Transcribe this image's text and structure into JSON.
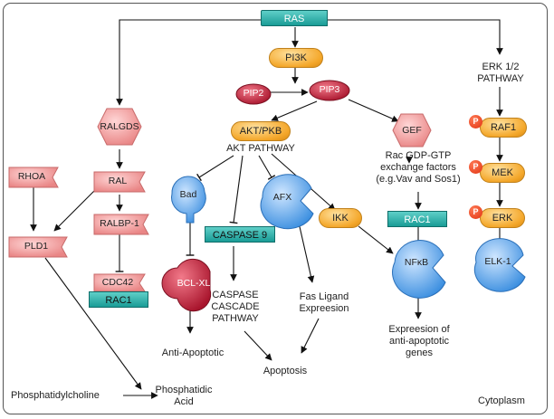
{
  "nodes": {
    "ras": "RAS",
    "pi3k": "PI3K",
    "pip2": "PIP2",
    "pip3": "PIP3",
    "erk12_pathway": "ERK 1/2\nPATHWAY",
    "ralgds": "RALGDS",
    "akt_pkb": "AKT/PKB",
    "akt_pathway": "AKT PATHWAY",
    "gef": "GEF",
    "raf1": "RAF1",
    "rhoa": "RHOA",
    "ral": "RAL",
    "bad": "Bad",
    "afx": "AFX",
    "rac_gef_text": "Rac GDP-GTP\nexchange factors\n(e.g.Vav and Sos1)",
    "mek": "MEK",
    "pld1": "PLD1",
    "ralbp1": "RALBP-1",
    "caspase9": "CASPASE 9",
    "ikk": "IKK",
    "rac1_right": "RAC1",
    "erk": "ERK",
    "cdc42": "CDC42",
    "rac1_left": "RAC1",
    "bclxl": "BCL-XL",
    "nfkb": "NFκB",
    "elk1": "ELK-1",
    "p_badge": "P"
  },
  "labels": {
    "caspase_cascade": "CASPASE\nCASCADE\nPATHWAY",
    "fas_ligand": "Fas Ligand\nExpreesion",
    "expression_genes": "Expreesion of\nanti-apoptotic\ngenes",
    "anti_apoptotic": "Anti-Apoptotic",
    "apoptosis": "Apoptosis",
    "phosphatidylcholine": "Phosphatidylcholine",
    "phosphatidic_acid": "Phosphatidic\nAcid",
    "cytoplasm": "Cytoplasm"
  },
  "colors": {
    "teal": "#1a9c96",
    "orange": "#f4a72a",
    "pink": "#f29a9a",
    "crimson": "#c0223a",
    "blue": "#5aa6ea",
    "phospho": "#e03210"
  }
}
